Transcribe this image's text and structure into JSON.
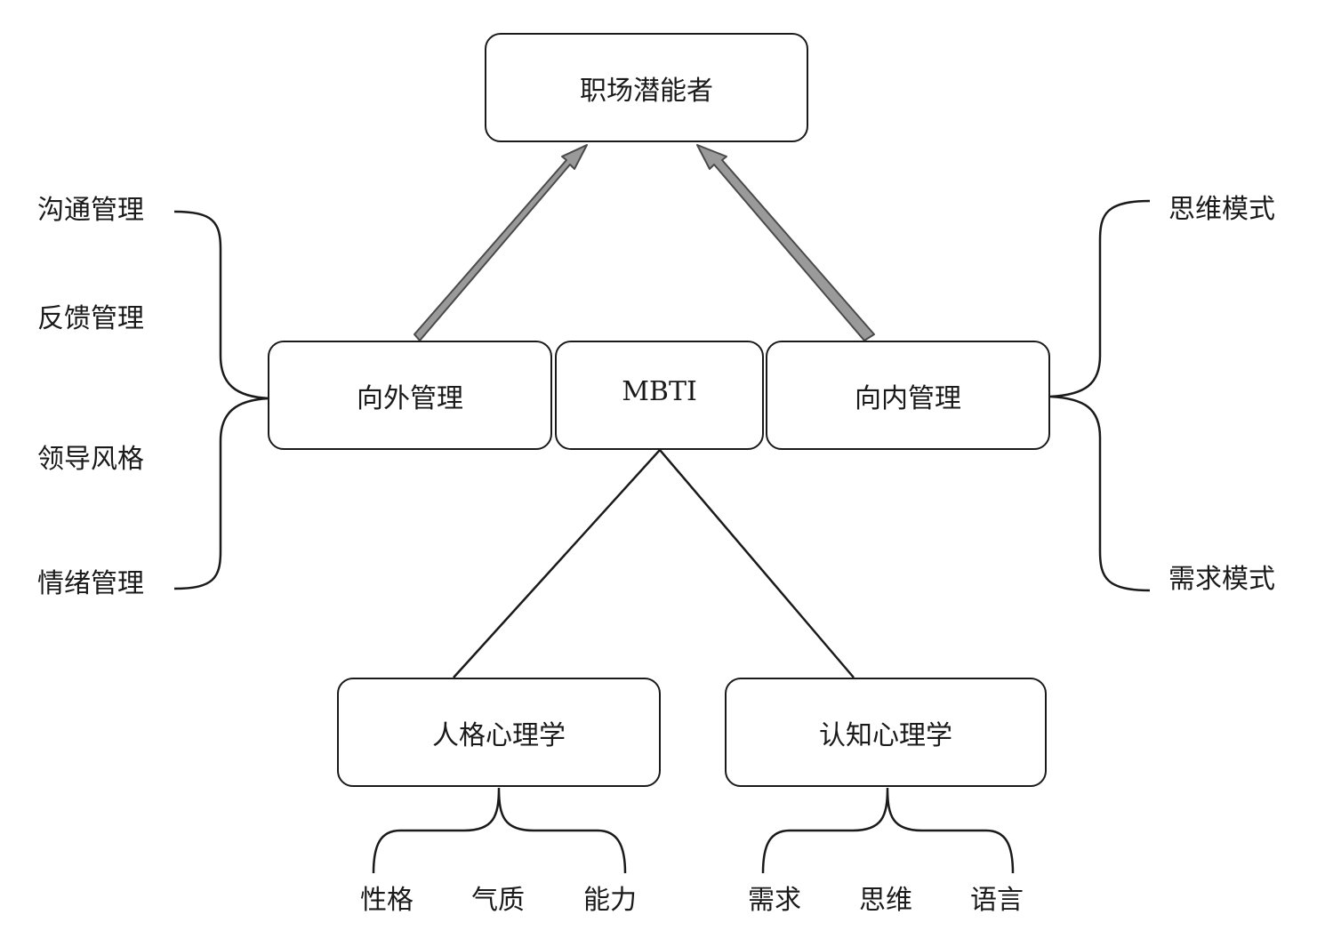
{
  "nodes": {
    "top": "职场潜能者",
    "outward": "向外管理",
    "mbti": "MBTI",
    "inward": "向内管理",
    "personality": "人格心理学",
    "cognitive": "认知心理学"
  },
  "left_items": [
    "沟通管理",
    "反馈管理",
    "领导风格",
    "情绪管理"
  ],
  "right_items": [
    "思维模式",
    "需求模式"
  ],
  "personality_items": [
    "性格",
    "气质",
    "能力"
  ],
  "cognitive_items": [
    "需求",
    "思维",
    "语言"
  ],
  "colors": {
    "line": "#1a1a1a",
    "arrow_fill": "#9a9a9a",
    "arrow_stroke": "#4a4a4a"
  }
}
